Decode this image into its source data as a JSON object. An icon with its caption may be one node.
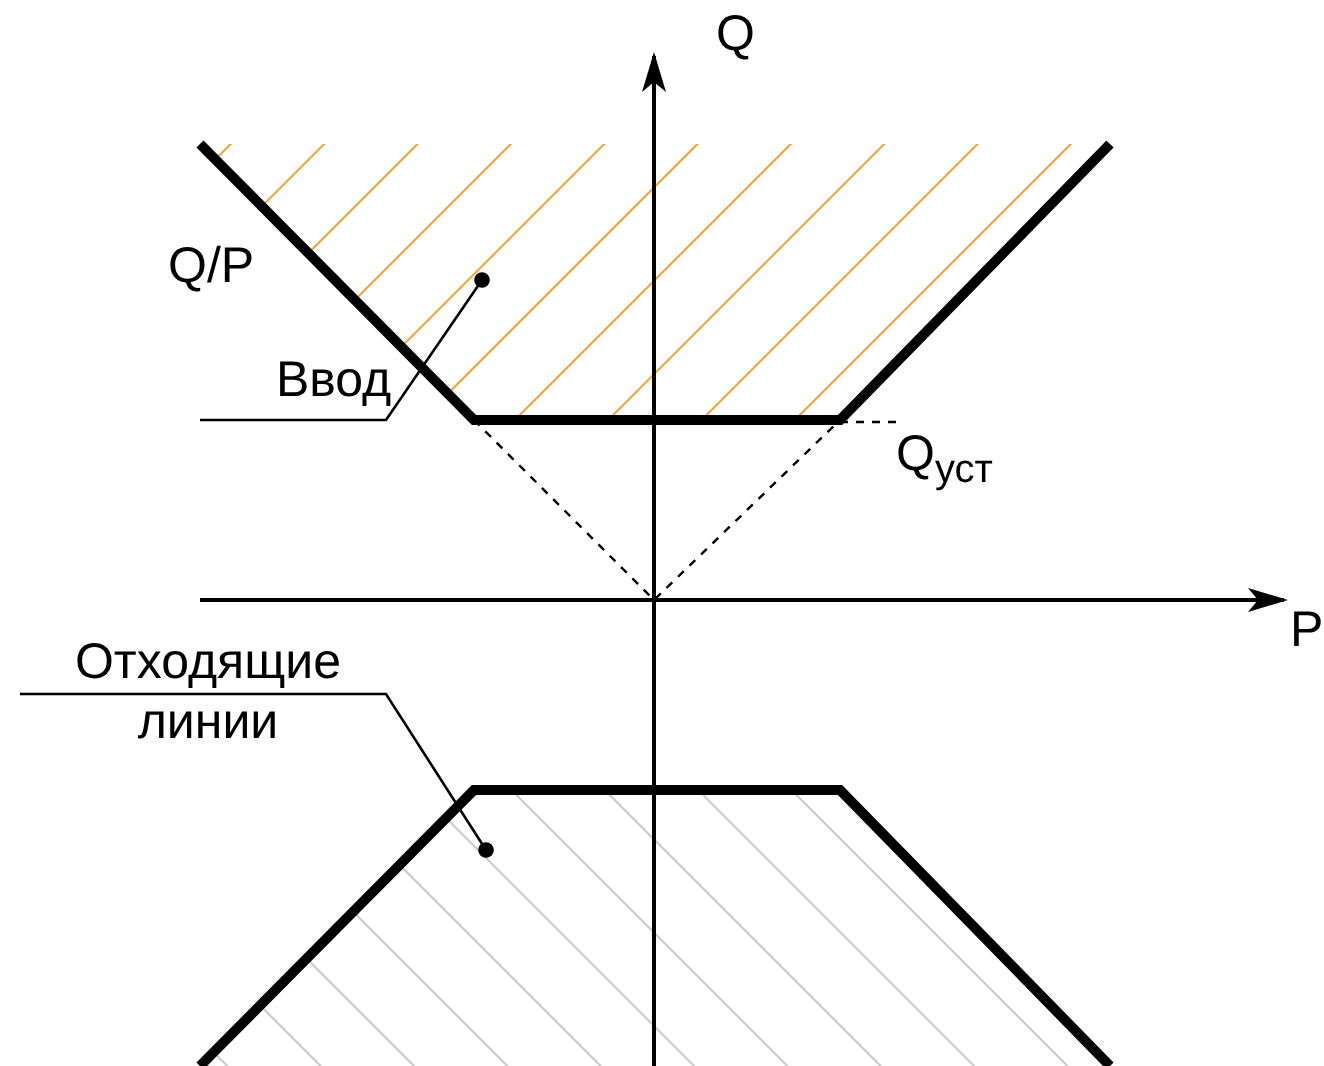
{
  "diagram": {
    "nodes": [
      {
        "text": [
          "Ввод"
        ]
      },
      {
        "text": [],
        "shape": "region"
      },
      {
        "text": [
          "Отходящие линии"
        ]
      },
      {
        "text": [],
        "shape": "region"
      }
    ],
    "edges": [
      {
        "from": 0,
        "to": 1,
        "arrow": "other"
      },
      {
        "from": 2,
        "to": 3,
        "arrow": "other"
      }
    ],
    "labels": [
      "Q",
      "P",
      "Q/P",
      "Q$_{уст}$"
    ]
  }
}
